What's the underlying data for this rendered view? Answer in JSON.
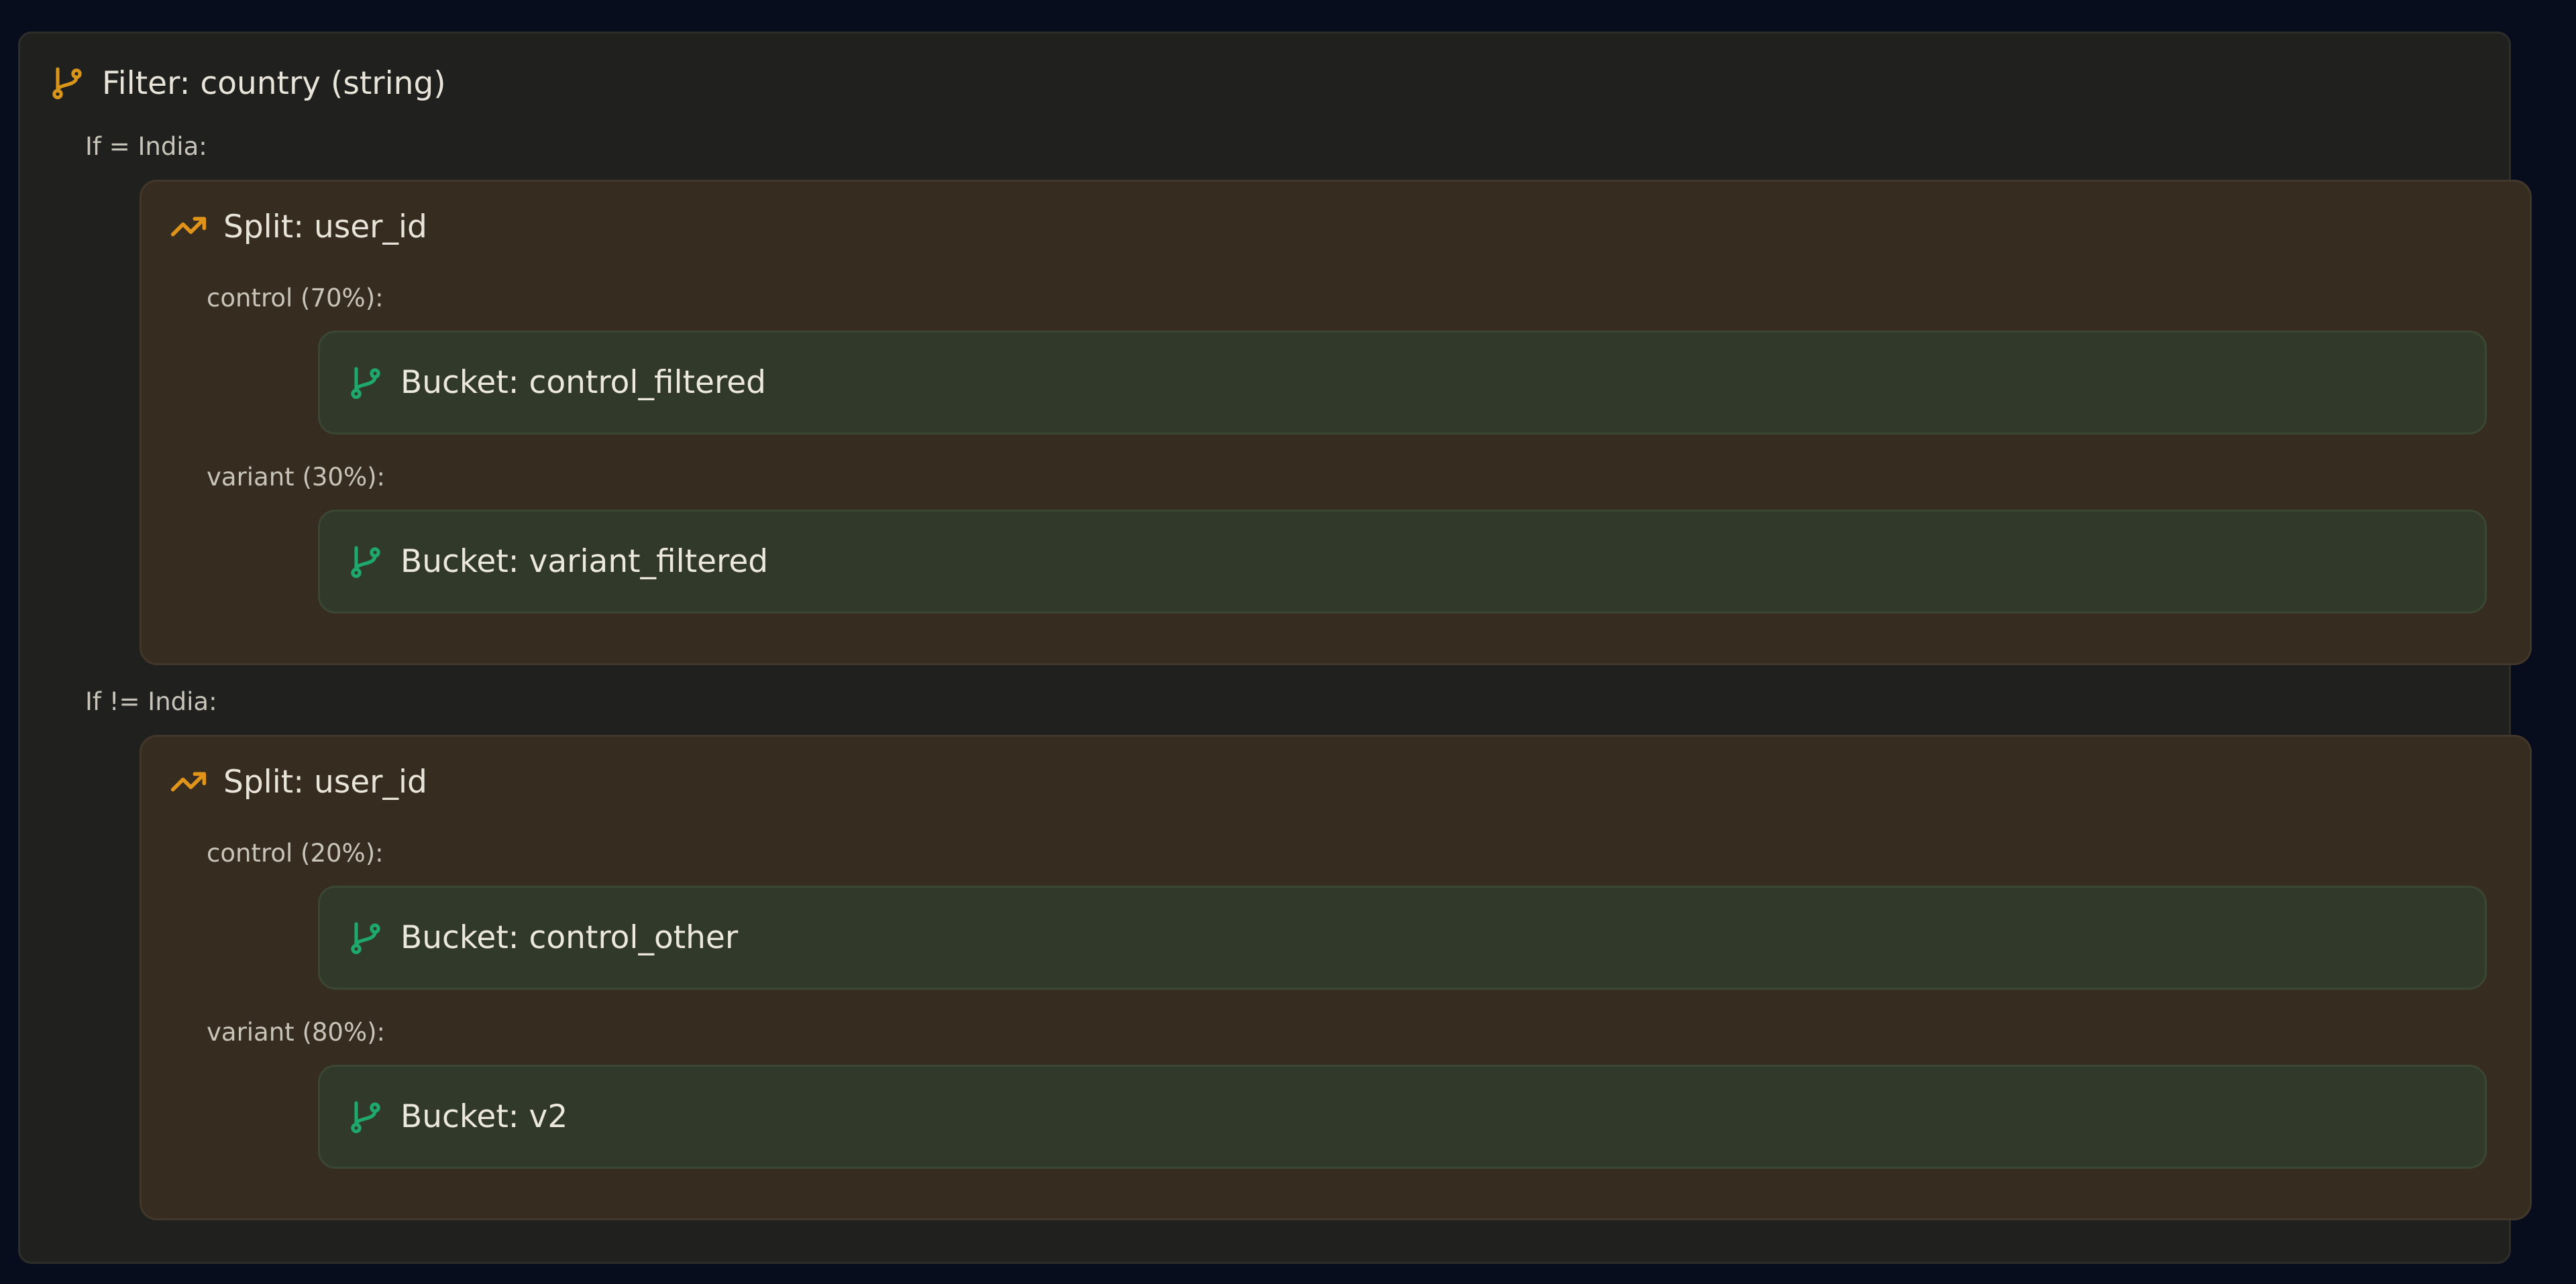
{
  "colors": {
    "background": "#070d1c",
    "filter_panel": "#20211e",
    "split_panel": "#372c20",
    "bucket_panel": "#313a2a",
    "filter_icon": "#d9951a",
    "split_icon": "#e0951a",
    "bucket_icon": "#1fa86b"
  },
  "filter": {
    "icon": "git-branch-icon",
    "title": "Filter: country (string)",
    "branches": [
      {
        "label": "If = India:",
        "split": {
          "icon": "trending-up-icon",
          "title": "Split: user_id",
          "arms": [
            {
              "label": "control (70%):",
              "bucket": {
                "icon": "git-branch-icon",
                "title": "Bucket: control_filtered"
              }
            },
            {
              "label": "variant (30%):",
              "bucket": {
                "icon": "git-branch-icon",
                "title": "Bucket: variant_filtered"
              }
            }
          ]
        }
      },
      {
        "label": "If != India:",
        "split": {
          "icon": "trending-up-icon",
          "title": "Split: user_id",
          "arms": [
            {
              "label": "control (20%):",
              "bucket": {
                "icon": "git-branch-icon",
                "title": "Bucket: control_other"
              }
            },
            {
              "label": "variant (80%):",
              "bucket": {
                "icon": "git-branch-icon",
                "title": "Bucket: v2"
              }
            }
          ]
        }
      }
    ]
  }
}
